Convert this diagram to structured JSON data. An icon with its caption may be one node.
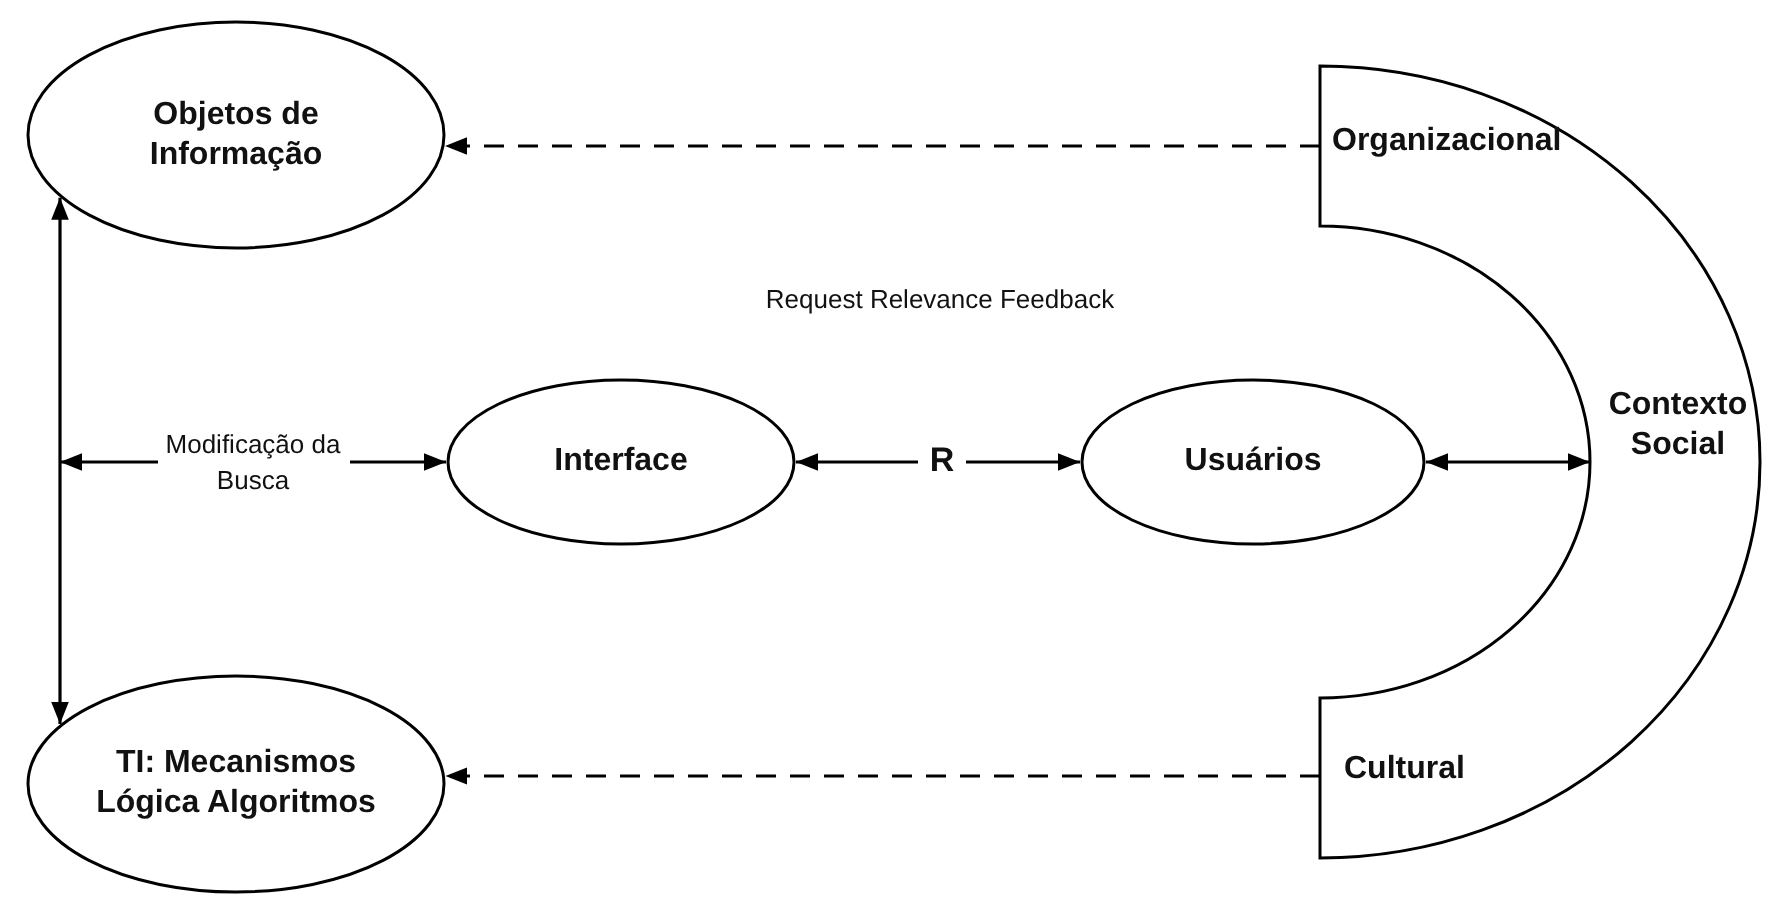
{
  "diagram": {
    "nodes": [
      {
        "text": [
          "Objetos de Informação"
        ]
      },
      {
        "text": [
          "TI: Mecanismos Lógica Algoritmos"
        ]
      },
      {
        "text": [
          "Interface"
        ]
      },
      {
        "text": [
          "Usuários"
        ]
      },
      {
        "text": [
          "Organizacional",
          "Contexto Social",
          "Cultural"
        ]
      }
    ],
    "edges": [
      {
        "from": 4,
        "to": 0,
        "arrow": "to",
        "style": "dashed"
      },
      {
        "from": 4,
        "to": 1,
        "arrow": "to",
        "style": "dashed"
      },
      {
        "from": 0,
        "to": 1,
        "arrow": "both"
      },
      {
        "from": null,
        "to": 2,
        "arrow": "both",
        "label": "Modificação da Busca"
      },
      {
        "from": 2,
        "to": 3,
        "arrow": "both",
        "label": "R"
      },
      {
        "from": 3,
        "to": 4,
        "arrow": "both"
      }
    ],
    "labels": [
      "Request Relevance Feedback"
    ]
  }
}
